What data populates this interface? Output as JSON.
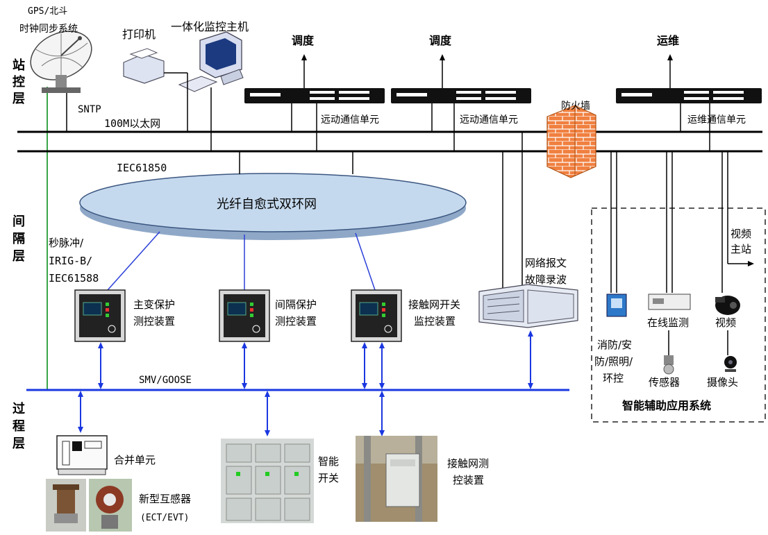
{
  "layers": {
    "station_l1": "站",
    "station_l2": "控",
    "station_l3": "层",
    "bay_l1": "间",
    "bay_l2": "隔",
    "bay_l3": "层",
    "process_l1": "过",
    "process_l2": "程",
    "process_l3": "层"
  },
  "station": {
    "gps_line1": "GPS/北斗",
    "gps_line2": "时钟同步系统",
    "sntp": "SNTP",
    "printer": "打印机",
    "host": "一体化监控主机",
    "ethernet": "100M以太网",
    "iec61850": "IEC61850",
    "dispatch1": "调度",
    "dispatch2": "调度",
    "ops": "运维",
    "remote_unit1": "远动通信单元",
    "remote_unit2": "远动通信单元",
    "ops_unit": "运维通信单元",
    "firewall": "防火墙"
  },
  "bay": {
    "ring": "光纤自愈式双环网",
    "timing_l1": "秒脉冲/",
    "timing_l2": "IRIG-B/",
    "timing_l3": "IEC61588",
    "dev1_l1": "主变保护",
    "dev1_l2": "测控装置",
    "dev2_l1": "间隔保护",
    "dev2_l2": "测控装置",
    "dev3_l1": "接触网开关",
    "dev3_l2": "监控装置",
    "recorder_l1": "网络报文",
    "recorder_l2": "故障录波",
    "smv": "SMV/GOOSE"
  },
  "process": {
    "merge_unit": "合并单元",
    "transformer_l1": "新型互感器",
    "transformer_l2": "(ECT/EVT)",
    "switch_l1": "智能",
    "switch_l2": "开关",
    "catenary_l1": "接触网测",
    "catenary_l2": "控装置"
  },
  "aux": {
    "video_main_l1": "视频",
    "video_main_l2": "主站",
    "online": "在线监测",
    "video": "视频",
    "fire_l1": "消防/安",
    "fire_l2": "防/照明/",
    "fire_l3": "环控",
    "sensor": "传感器",
    "camera": "摄像头",
    "system_title": "智能辅助应用系统"
  },
  "colors": {
    "ring_fill": "#c5d9ee",
    "bus_blue": "#1a37e0",
    "gps_green": "#3aa648",
    "firewall": "#f08040"
  }
}
